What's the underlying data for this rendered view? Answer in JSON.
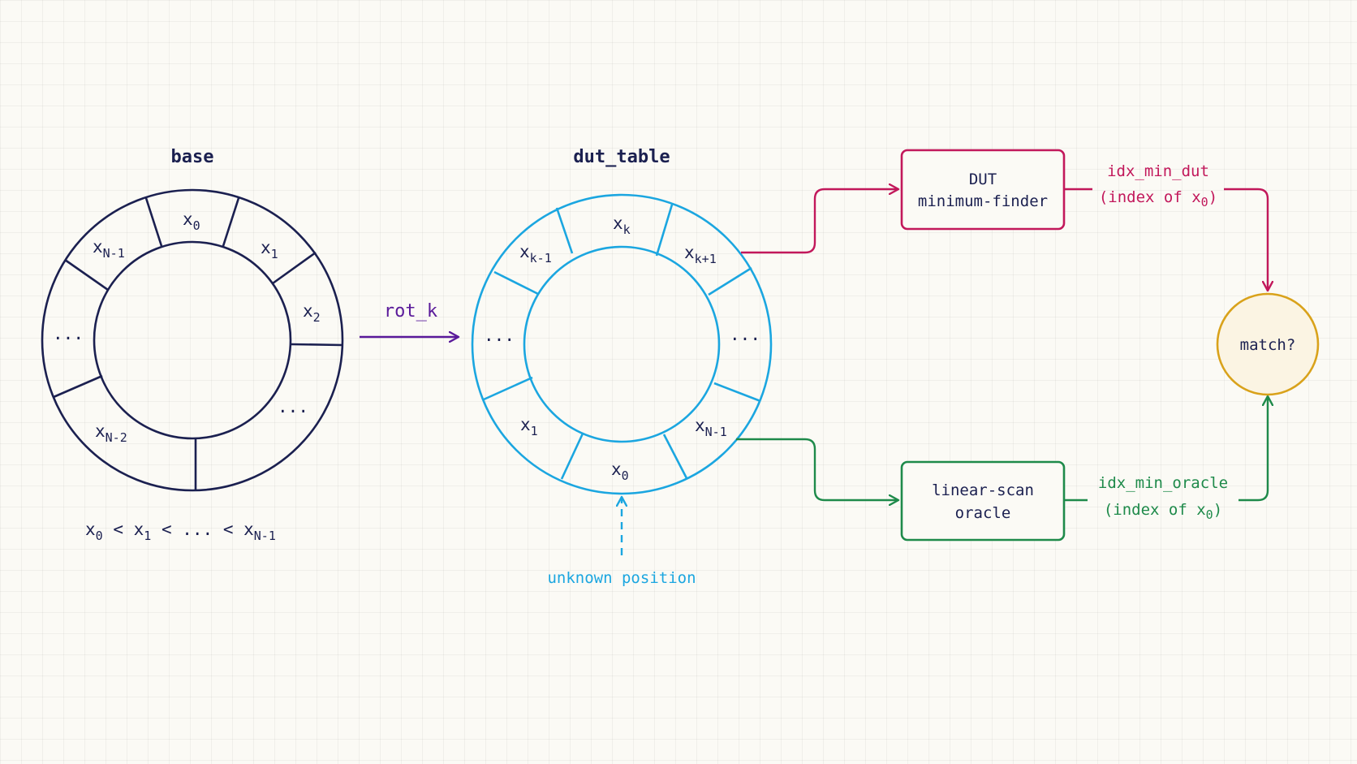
{
  "colors": {
    "navy": "#1b2050",
    "cyan": "#1ba6e0",
    "purple": "#5a1a9a",
    "magenta": "#c2185b",
    "green": "#1e8a4a",
    "amber": "#d9a21b",
    "match_fill": "#fbf4e3"
  },
  "base": {
    "title": "base",
    "slots": {
      "x0": "x",
      "x0_sub": "0",
      "x1": "x",
      "x1_sub": "1",
      "x2": "x",
      "x2_sub": "2",
      "ellipsis_right": "...",
      "xN2": "x",
      "xN2_sub": "N-2",
      "ellipsis_left": "...",
      "xN1": "x",
      "xN1_sub": "N-1"
    },
    "ordering": {
      "x": "x",
      "s0": "0",
      "lt1": " < ",
      "s1": "1",
      "lt2": " < ... < ",
      "sN": "N-1"
    }
  },
  "rotation": {
    "label": "rot_k"
  },
  "dut_table": {
    "title": "dut_table",
    "slots": {
      "xk": "x",
      "xk_sub": "k",
      "xk1": "x",
      "xk1_sub": "k+1",
      "ellipsis_right": "...",
      "xN1": "x",
      "xN1_sub": "N-1",
      "x0": "x",
      "x0_sub": "0",
      "x1": "x",
      "x1_sub": "1",
      "ellipsis_left": "...",
      "xkm1": "x",
      "xkm1_sub": "k-1"
    },
    "unknown_label": "unknown position"
  },
  "dut_box": {
    "line1": "DUT",
    "line2": "minimum-finder"
  },
  "oracle_box": {
    "line1": "linear-scan",
    "line2": "oracle"
  },
  "dut_output": {
    "name": "idx_min_dut",
    "detail_pre": "(index of x",
    "detail_sub": "0",
    "detail_post": ")"
  },
  "oracle_output": {
    "name": "idx_min_oracle",
    "detail_pre": "(index of x",
    "detail_sub": "0",
    "detail_post": ")"
  },
  "match": {
    "label": "match?"
  }
}
